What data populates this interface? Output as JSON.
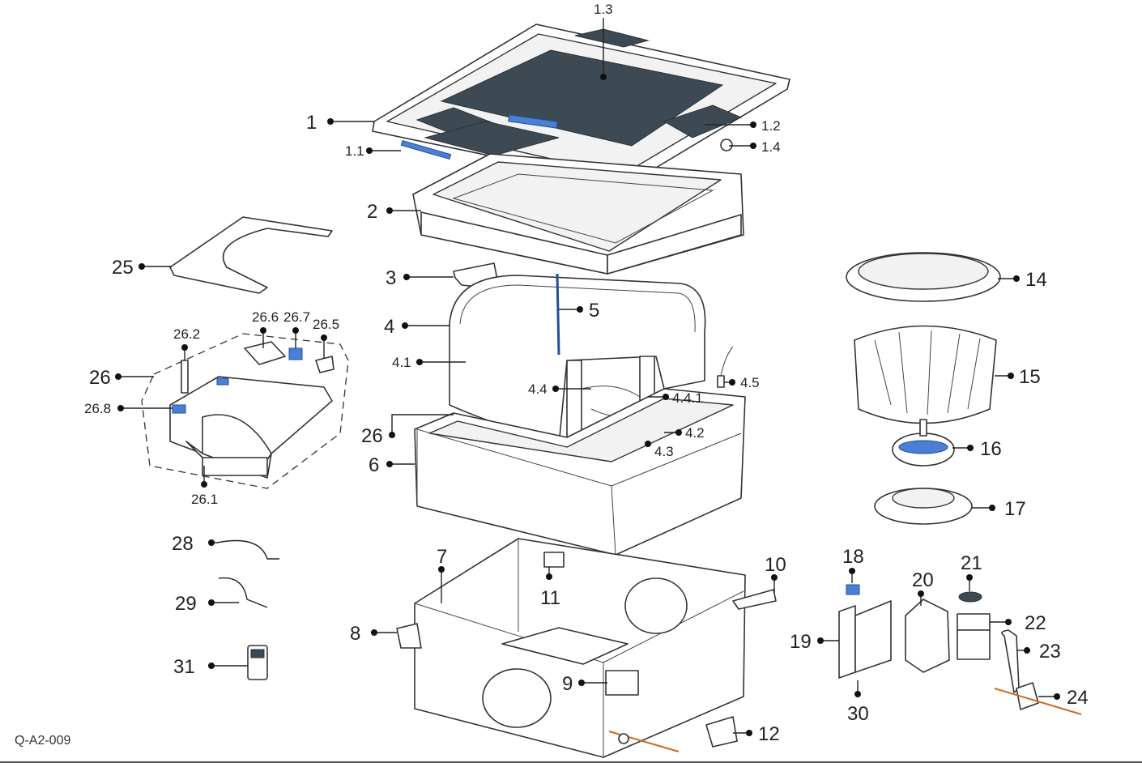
{
  "document_code": "Q-A2-009",
  "callouts": {
    "c1": "1",
    "c1_1": "1.1",
    "c1_2": "1.2",
    "c1_3": "1.3",
    "c1_4": "1.4",
    "c2": "2",
    "c3": "3",
    "c4": "4",
    "c4_1": "4.1",
    "c4_2": "4.2",
    "c4_3": "4.3",
    "c4_4": "4.4",
    "c4_4_1": "4.4.1",
    "c4_5": "4.5",
    "c5": "5",
    "c6": "6",
    "c7": "7",
    "c8": "8",
    "c9": "9",
    "c10": "10",
    "c11": "11",
    "c12": "12",
    "c14": "14",
    "c15": "15",
    "c16": "16",
    "c17": "17",
    "c18": "18",
    "c19": "19",
    "c20": "20",
    "c21": "21",
    "c22": "22",
    "c23": "23",
    "c24": "24",
    "c25": "25",
    "c26": "26",
    "c26b": "26",
    "c26_1": "26.1",
    "c26_2": "26.2",
    "c26_5": "26.5",
    "c26_6": "26.6",
    "c26_7": "26.7",
    "c26_8": "26.8",
    "c28": "28",
    "c29": "29",
    "c30": "30",
    "c31": "31"
  },
  "colors": {
    "line": "#222222",
    "highlight_blue": "#4a7fd4",
    "grille": "#3e4a53",
    "pipe_orange": "#d2691e"
  }
}
